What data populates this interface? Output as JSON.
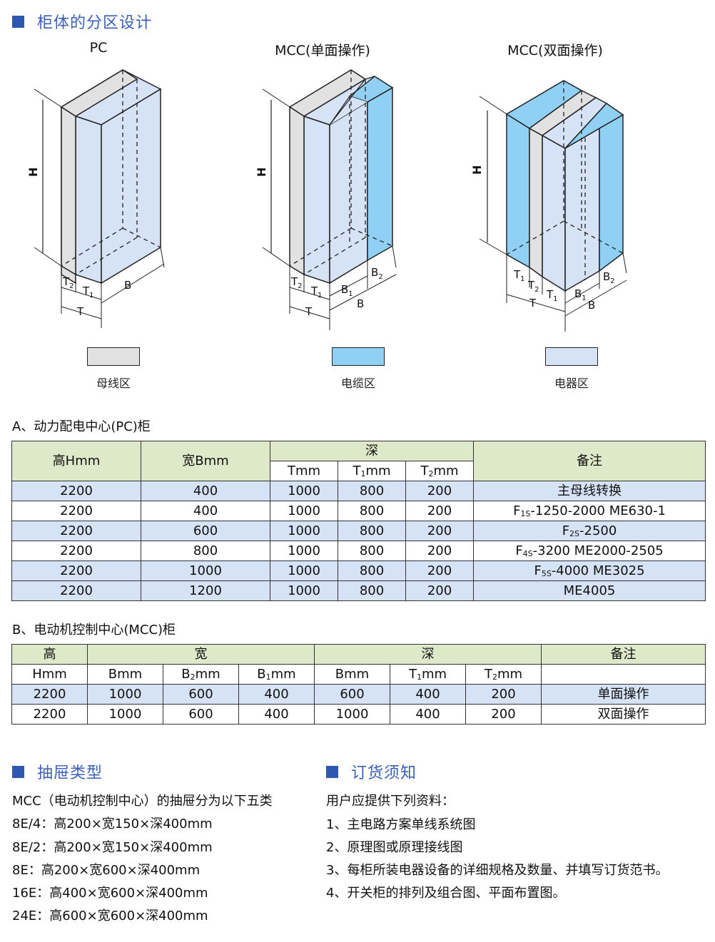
{
  "sections": {
    "cabinet_design": "柜体的分区设计",
    "drawer_types": "抽屉类型",
    "order_notes": "订货须知"
  },
  "cabinets": {
    "pc": "PC",
    "mcc_single": "MCC(单面操作)",
    "mcc_double": "MCC(双面操作)"
  },
  "legend": {
    "busbar": {
      "label": "母线区",
      "color": "#e1e1e1"
    },
    "cable": {
      "label": "电缆区",
      "color": "#8fd0f4"
    },
    "electrical": {
      "label": "电器区",
      "color": "#d6e3f6"
    }
  },
  "colors": {
    "section_accent": "#2f57b0",
    "header_bg": "#dde9c8",
    "row_blue": "#d6e3f6"
  },
  "table_a": {
    "title": "A、动力配电中心(PC)柜",
    "headers": {
      "height": "高Hmm",
      "width": "宽Bmm",
      "depth": "深",
      "t": "Tmm",
      "t1_pre": "T",
      "t1_sub": "1",
      "t1_post": "mm",
      "t2_pre": "T",
      "t2_sub": "2",
      "t2_post": "mm",
      "remark": "备注"
    },
    "rows": [
      {
        "h": "2200",
        "b": "400",
        "t": "1000",
        "t1": "800",
        "t2": "200",
        "rem_pre": "主母线转换",
        "rem_sub": "",
        "rem_post": ""
      },
      {
        "h": "2200",
        "b": "400",
        "t": "1000",
        "t1": "800",
        "t2": "200",
        "rem_pre": "F",
        "rem_sub": "1S",
        "rem_post": "-1250-2000 ME630-1"
      },
      {
        "h": "2200",
        "b": "600",
        "t": "1000",
        "t1": "800",
        "t2": "200",
        "rem_pre": "F",
        "rem_sub": "2S",
        "rem_post": "-2500"
      },
      {
        "h": "2200",
        "b": "800",
        "t": "1000",
        "t1": "800",
        "t2": "200",
        "rem_pre": "F",
        "rem_sub": "4S",
        "rem_post": "-3200 ME2000-2505"
      },
      {
        "h": "2200",
        "b": "1000",
        "t": "1000",
        "t1": "800",
        "t2": "200",
        "rem_pre": "F",
        "rem_sub": "5S",
        "rem_post": "-4000 ME3025"
      },
      {
        "h": "2200",
        "b": "1200",
        "t": "1000",
        "t1": "800",
        "t2": "200",
        "rem_pre": "ME4005",
        "rem_sub": "",
        "rem_post": ""
      }
    ]
  },
  "table_b": {
    "title": "B、电动机控制中心(MCC)柜",
    "headers": {
      "height": "高",
      "width": "宽",
      "depth": "深",
      "remark": "备注",
      "hmm": "Hmm",
      "bmm": "Bmm",
      "b2_pre": "B",
      "b2_sub": "2",
      "b2_post": "mm",
      "b1_pre": "B",
      "b1_sub": "1",
      "b1_post": "mm",
      "dbmm": "Bmm",
      "t1_pre": "T",
      "t1_sub": "1",
      "t1_post": "mm",
      "t2_pre": "T",
      "t2_sub": "2",
      "t2_post": "mm"
    },
    "rows": [
      {
        "h": "2200",
        "b": "1000",
        "b2": "600",
        "b1": "400",
        "db": "600",
        "t1": "400",
        "t2": "200",
        "rem": "单面操作"
      },
      {
        "h": "2200",
        "b": "1000",
        "b2": "600",
        "b1": "400",
        "db": "1000",
        "t1": "400",
        "t2": "200",
        "rem": "双面操作"
      }
    ]
  },
  "drawers": {
    "intro": "MCC（电动机控制中心）的抽屉分为以下五类",
    "items": [
      "8E/4：高200×宽150×深400mm",
      "8E/2：高200×宽150×深400mm",
      "8E：高200×宽600×深400mm",
      "16E：高400×宽600×深400mm",
      "24E：高600×宽600×深400mm"
    ]
  },
  "order": {
    "intro": "用户应提供下列资料：",
    "items": [
      "1、主电路方案单线系统图",
      "2、原理图或原理接线图",
      "3、每柜所装电器设备的详细规格及数量、并填写订货范书。",
      "4、开关柜的排列及组合图、平面布置图。"
    ]
  },
  "dims": {
    "h": "H",
    "t": "T",
    "b": "B",
    "t1": "T",
    "t2": "T",
    "b1": "B",
    "b2": "B",
    "sub1": "1",
    "sub2": "2"
  }
}
